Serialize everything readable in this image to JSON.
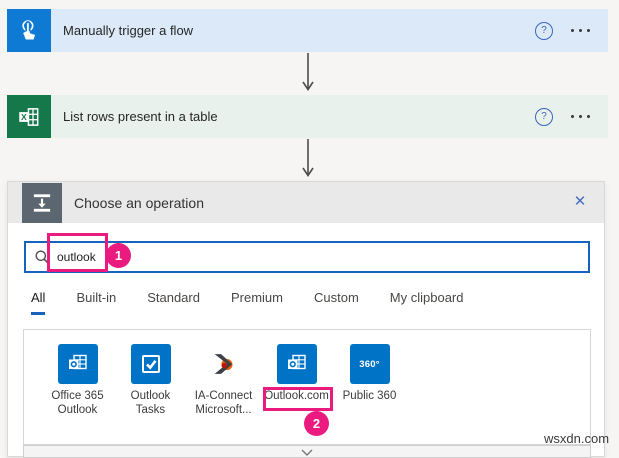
{
  "colors": {
    "accent_blue": "#1563bd",
    "trigger_blue": "#0e7ad3",
    "trigger_bg": "#dbe9f8",
    "excel_green": "#14784b",
    "excel_bg": "#e9f1ec",
    "panel_header_gray": "#e9e9e9",
    "panel_icon_slate": "#5c6670",
    "connector_blue": "#0073c6",
    "annotation_pink": "#ea1a7f"
  },
  "flow": {
    "help_glyph": "?",
    "steps": [
      {
        "title": "Manually trigger a flow"
      },
      {
        "title": "List rows present in a table"
      }
    ]
  },
  "panel": {
    "title": "Choose an operation",
    "close_glyph": "✕",
    "search": {
      "value": "outlook"
    },
    "tabs": [
      {
        "label": "All"
      },
      {
        "label": "Built-in"
      },
      {
        "label": "Standard"
      },
      {
        "label": "Premium"
      },
      {
        "label": "Custom"
      },
      {
        "label": "My clipboard"
      }
    ],
    "connectors": [
      {
        "label_lines": [
          "Office 365",
          "Outlook"
        ]
      },
      {
        "label_lines": [
          "Outlook",
          "Tasks"
        ]
      },
      {
        "label_lines": [
          "IA-Connect",
          "Microsoft..."
        ]
      },
      {
        "label_lines": [
          "Outlook.com",
          ""
        ]
      },
      {
        "label_lines": [
          "Public 360",
          ""
        ],
        "badge": "360°"
      }
    ]
  },
  "annotations": {
    "step1_number": "1",
    "step2_number": "2"
  },
  "watermark": "wsxdn.com"
}
